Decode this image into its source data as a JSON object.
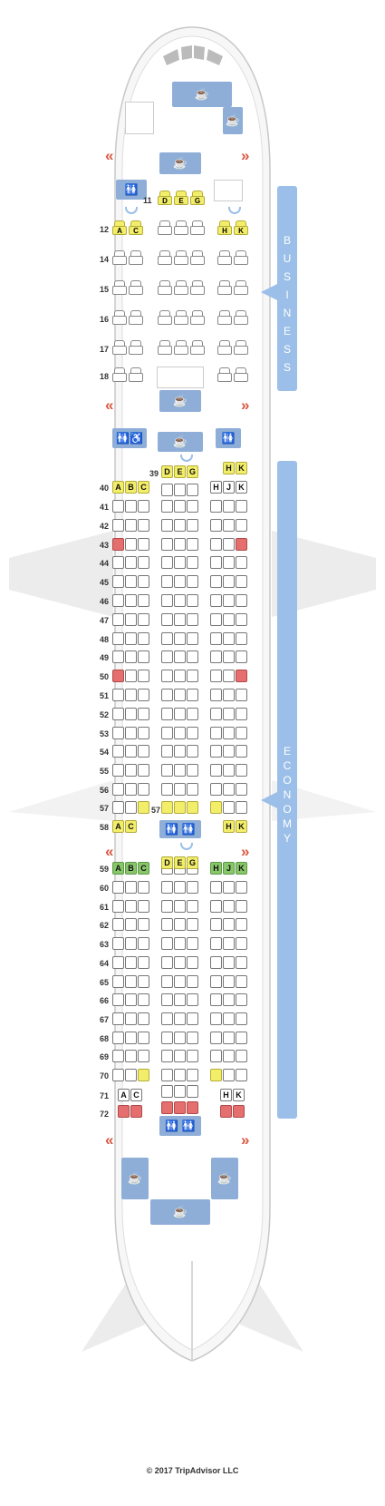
{
  "cabins": {
    "business_label": "BUSINESS",
    "economy_label": "ECONOMY"
  },
  "colors": {
    "seat_extra_legroom": "#f3ee6a",
    "seat_good": "#88c66a",
    "seat_bad": "#e56f6f",
    "facility": "#8eaed8",
    "cabin_bar": "#9bbfe8",
    "exit": "#d9573f"
  },
  "icons": {
    "galley": "coffee-cup-icon",
    "lavatory": "restroom-icon",
    "accessible_lavatory": "wheelchair-icon",
    "bassinet": "bassinet-icon",
    "exit": "exit-chevron-icon"
  },
  "business": {
    "rows": [
      {
        "row": "11",
        "left": [],
        "center": [
          "D",
          "E",
          "G"
        ],
        "right": [],
        "center_label": "11",
        "center_state": "y"
      },
      {
        "row": "12",
        "left": [
          "A",
          "C"
        ],
        "center": [
          "",
          "",
          ""
        ],
        "right": [
          "H",
          "K"
        ],
        "left_state": "y",
        "right_state": "y"
      },
      {
        "row": "14",
        "left": [
          "",
          ""
        ],
        "center": [
          "",
          "",
          ""
        ],
        "right": [
          "",
          ""
        ]
      },
      {
        "row": "15",
        "left": [
          "",
          ""
        ],
        "center": [
          "",
          "",
          ""
        ],
        "right": [
          "",
          ""
        ]
      },
      {
        "row": "16",
        "left": [
          "",
          ""
        ],
        "center": [
          "",
          "",
          ""
        ],
        "right": [
          "",
          ""
        ]
      },
      {
        "row": "17",
        "left": [
          "",
          ""
        ],
        "center": [
          "",
          "",
          ""
        ],
        "right": [
          "",
          ""
        ]
      },
      {
        "row": "18",
        "left": [
          "",
          ""
        ],
        "center": [],
        "right": [
          "",
          ""
        ]
      }
    ]
  },
  "economy": {
    "row39": {
      "label": "39",
      "center": [
        "D",
        "E",
        "G"
      ],
      "right": [
        "H",
        "K"
      ]
    },
    "row40": {
      "label": "40",
      "left": [
        "A",
        "B",
        "C"
      ],
      "right": [
        "H",
        "J",
        "K"
      ]
    },
    "plain_rows_1": [
      "41",
      "42",
      "43",
      "44",
      "45",
      "46",
      "47",
      "48",
      "49",
      "50",
      "51",
      "52",
      "53",
      "54",
      "55",
      "56"
    ],
    "row57": {
      "label": "57",
      "center_label": "57"
    },
    "row58": {
      "label": "58",
      "left": [
        "A",
        "C"
      ],
      "right": [
        "H",
        "K"
      ]
    },
    "row59": {
      "label": "59",
      "left": [
        "A",
        "B",
        "C"
      ],
      "center": [
        "D",
        "E",
        "G"
      ],
      "right": [
        "H",
        "J",
        "K"
      ]
    },
    "plain_rows_2": [
      "60",
      "61",
      "62",
      "63",
      "64",
      "65",
      "66",
      "67",
      "68",
      "69"
    ],
    "row70": {
      "label": "70"
    },
    "row71": {
      "label": "71",
      "left": [
        "A",
        "C"
      ],
      "right": [
        "H",
        "K"
      ]
    },
    "row72": {
      "label": "72"
    }
  },
  "copyright": "© 2017 TripAdvisor LLC"
}
